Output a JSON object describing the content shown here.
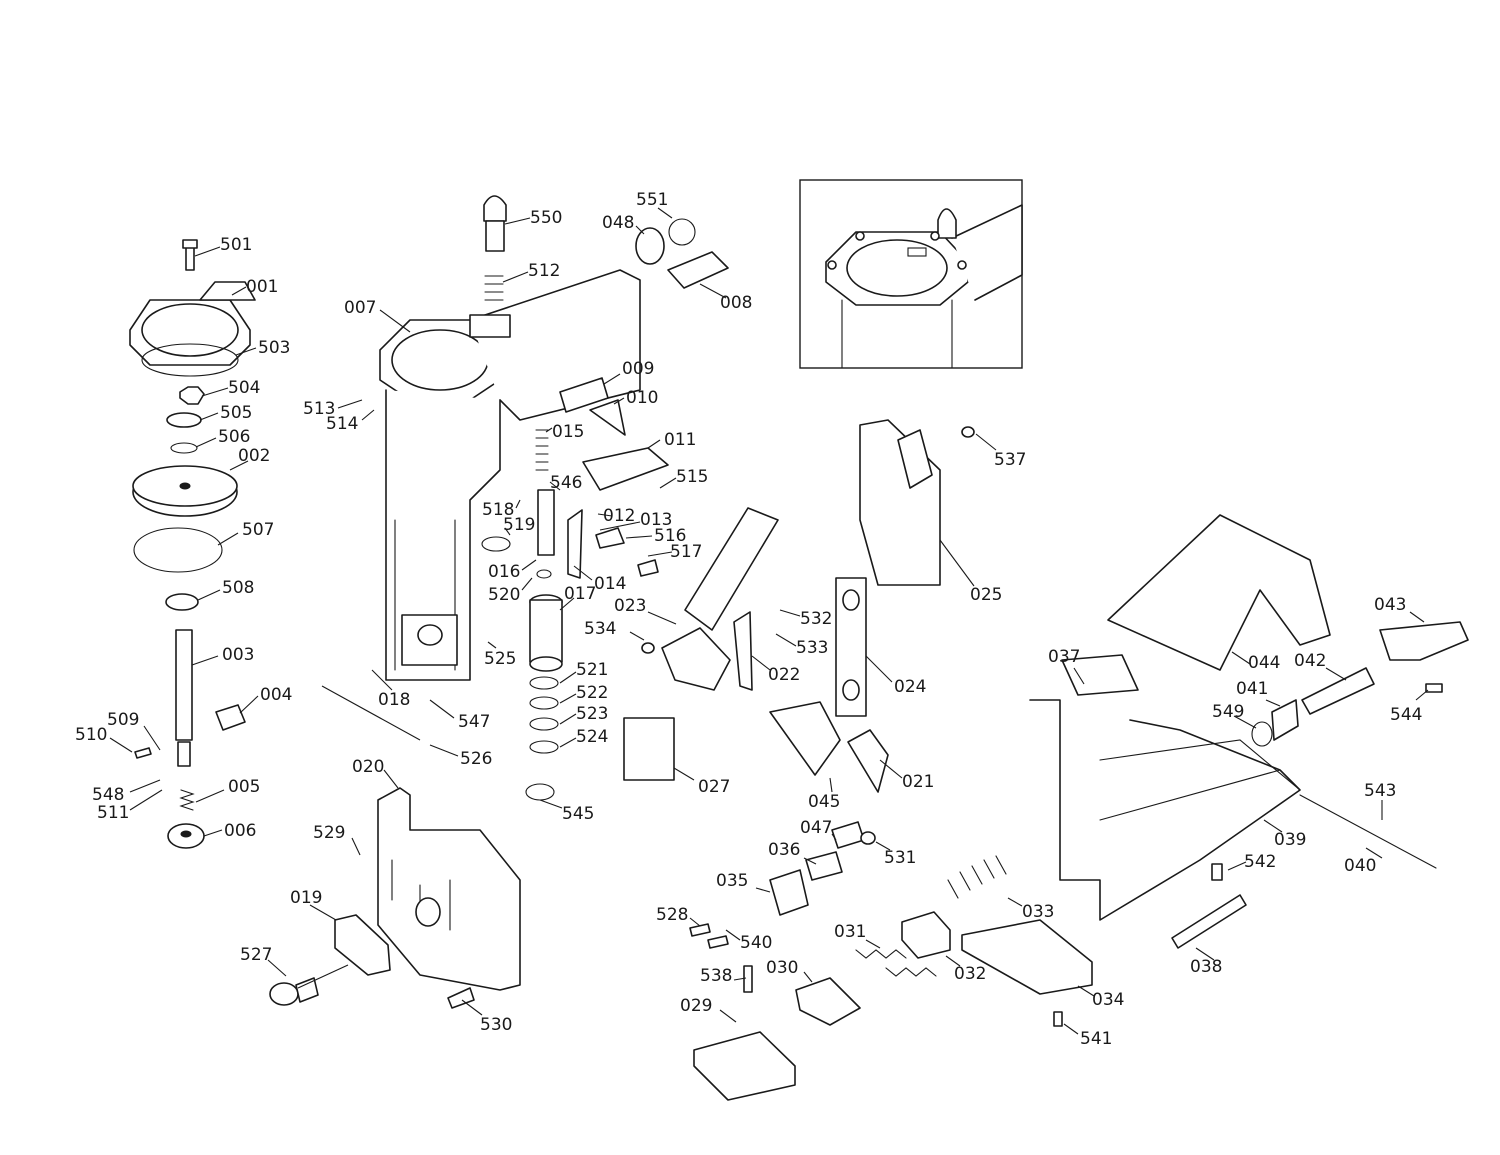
{
  "diagram": {
    "style": "exploded parts view, black line art on white",
    "callouts": [
      "501",
      "001",
      "503",
      "504",
      "505",
      "506",
      "002",
      "507",
      "508",
      "003",
      "004",
      "509",
      "510",
      "548",
      "511",
      "005",
      "006",
      "550",
      "512",
      "007",
      "513",
      "514",
      "518",
      "519",
      "016",
      "520",
      "018",
      "547",
      "526",
      "020",
      "529",
      "019",
      "527",
      "530",
      "551",
      "048",
      "008",
      "009",
      "010",
      "015",
      "011",
      "546",
      "515",
      "012",
      "013",
      "516",
      "517",
      "014",
      "017",
      "525",
      "521",
      "522",
      "523",
      "524",
      "545",
      "027",
      "023",
      "534",
      "532",
      "533",
      "022",
      "024",
      "021",
      "045",
      "537",
      "025",
      "037",
      "044",
      "043",
      "042",
      "041",
      "549",
      "544",
      "039",
      "543",
      "040",
      "047",
      "531",
      "036",
      "035",
      "528",
      "540",
      "031",
      "033",
      "032",
      "030",
      "034",
      "538",
      "029",
      "542",
      "038",
      "541"
    ]
  }
}
